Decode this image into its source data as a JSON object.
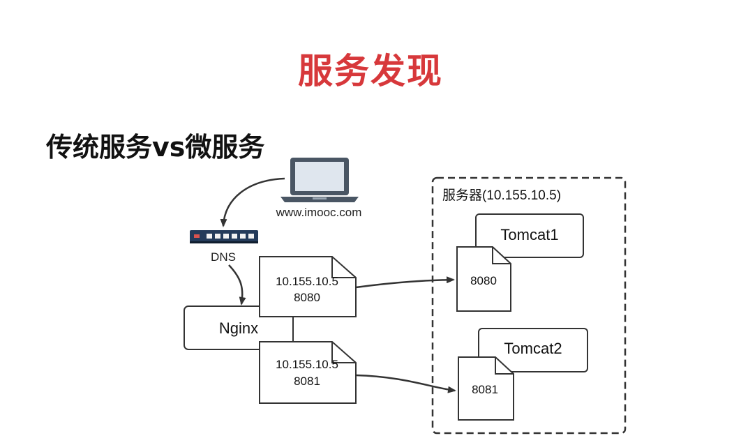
{
  "slide": {
    "title": "服务发现",
    "subtitle": "传统服务vs微服务"
  },
  "client": {
    "label": "www.imooc.com",
    "icon": "laptop-icon"
  },
  "dns": {
    "label": "DNS",
    "icon": "network-switch-icon"
  },
  "nginx": {
    "label": "Nginx"
  },
  "routes": [
    {
      "ip": "10.155.10.5",
      "port": "8080"
    },
    {
      "ip": "10.155.10.5",
      "port": "8081"
    }
  ],
  "server": {
    "label": "服务器(10.155.10.5)",
    "instances": [
      {
        "name": "Tomcat1",
        "port": "8080"
      },
      {
        "name": "Tomcat2",
        "port": "8081"
      }
    ]
  },
  "colors": {
    "title": "#d7383b",
    "ink": "#333333",
    "laptop_screen": "#dfe6ee",
    "switch_body": "#243b5a"
  }
}
